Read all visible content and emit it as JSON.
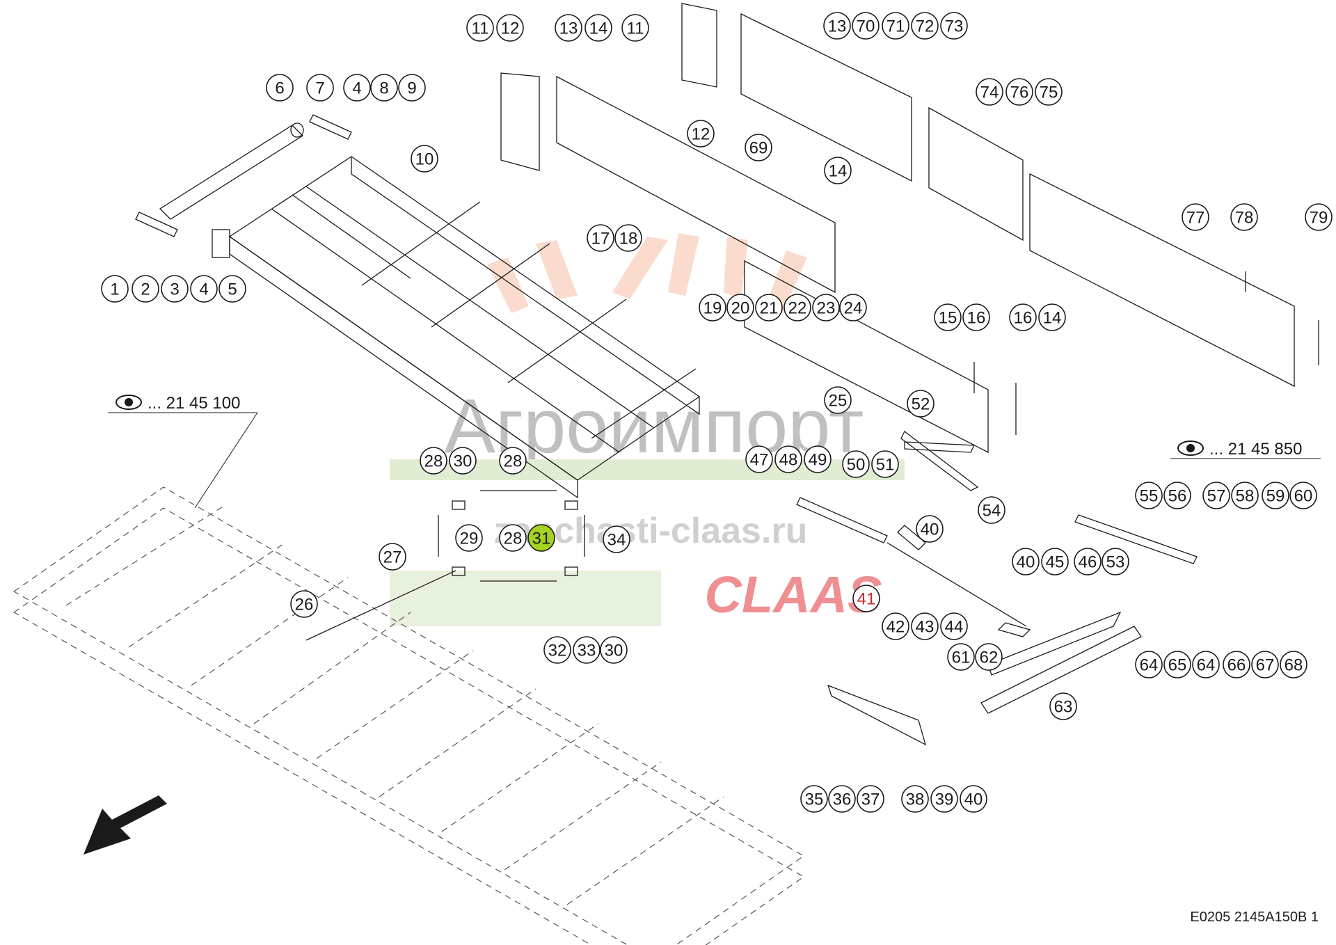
{
  "diagram": {
    "callouts": [
      {
        "id": "c1",
        "label": "1"
      },
      {
        "id": "c2",
        "label": "2"
      },
      {
        "id": "c3",
        "label": "3"
      },
      {
        "id": "c4a",
        "label": "4"
      },
      {
        "id": "c5",
        "label": "5"
      },
      {
        "id": "c6",
        "label": "6"
      },
      {
        "id": "c7",
        "label": "7"
      },
      {
        "id": "c4b",
        "label": "4"
      },
      {
        "id": "c8",
        "label": "8"
      },
      {
        "id": "c9",
        "label": "9"
      },
      {
        "id": "c10",
        "label": "10"
      },
      {
        "id": "c11a",
        "label": "11"
      },
      {
        "id": "c12a",
        "label": "12"
      },
      {
        "id": "c13a",
        "label": "13"
      },
      {
        "id": "c14a",
        "label": "14"
      },
      {
        "id": "c11b",
        "label": "11"
      },
      {
        "id": "c12b",
        "label": "12"
      },
      {
        "id": "c69",
        "label": "69"
      },
      {
        "id": "c13b",
        "label": "13"
      },
      {
        "id": "c70",
        "label": "70"
      },
      {
        "id": "c71",
        "label": "71"
      },
      {
        "id": "c72",
        "label": "72"
      },
      {
        "id": "c73",
        "label": "73"
      },
      {
        "id": "c74",
        "label": "74"
      },
      {
        "id": "c76",
        "label": "76"
      },
      {
        "id": "c75",
        "label": "75"
      },
      {
        "id": "c14b",
        "label": "14"
      },
      {
        "id": "c77",
        "label": "77"
      },
      {
        "id": "c78",
        "label": "78"
      },
      {
        "id": "c79",
        "label": "79"
      },
      {
        "id": "c17",
        "label": "17"
      },
      {
        "id": "c18",
        "label": "18"
      },
      {
        "id": "c19",
        "label": "19"
      },
      {
        "id": "c20",
        "label": "20"
      },
      {
        "id": "c21",
        "label": "21"
      },
      {
        "id": "c22",
        "label": "22"
      },
      {
        "id": "c23",
        "label": "23"
      },
      {
        "id": "c24",
        "label": "24"
      },
      {
        "id": "c25",
        "label": "25"
      },
      {
        "id": "c15",
        "label": "15"
      },
      {
        "id": "c16a",
        "label": "16"
      },
      {
        "id": "c16b",
        "label": "16"
      },
      {
        "id": "c14c",
        "label": "14"
      },
      {
        "id": "c52",
        "label": "52"
      },
      {
        "id": "c47",
        "label": "47"
      },
      {
        "id": "c48",
        "label": "48"
      },
      {
        "id": "c49",
        "label": "49"
      },
      {
        "id": "c50",
        "label": "50"
      },
      {
        "id": "c51",
        "label": "51"
      },
      {
        "id": "c54",
        "label": "54"
      },
      {
        "id": "c28a",
        "label": "28"
      },
      {
        "id": "c30a",
        "label": "30"
      },
      {
        "id": "c28b",
        "label": "28"
      },
      {
        "id": "c29",
        "label": "29"
      },
      {
        "id": "c28c",
        "label": "28"
      },
      {
        "id": "c31",
        "label": "31"
      },
      {
        "id": "c34",
        "label": "34"
      },
      {
        "id": "c27",
        "label": "27"
      },
      {
        "id": "c26",
        "label": "26"
      },
      {
        "id": "c32",
        "label": "32"
      },
      {
        "id": "c33",
        "label": "33"
      },
      {
        "id": "c30b",
        "label": "30"
      },
      {
        "id": "c40a",
        "label": "40"
      },
      {
        "id": "c41",
        "label": "41"
      },
      {
        "id": "c42",
        "label": "42"
      },
      {
        "id": "c43",
        "label": "43"
      },
      {
        "id": "c44",
        "label": "44"
      },
      {
        "id": "c40b",
        "label": "40"
      },
      {
        "id": "c45",
        "label": "45"
      },
      {
        "id": "c46",
        "label": "46"
      },
      {
        "id": "c53",
        "label": "53"
      },
      {
        "id": "c55",
        "label": "55"
      },
      {
        "id": "c56",
        "label": "56"
      },
      {
        "id": "c57",
        "label": "57"
      },
      {
        "id": "c58",
        "label": "58"
      },
      {
        "id": "c59",
        "label": "59"
      },
      {
        "id": "c60",
        "label": "60"
      },
      {
        "id": "c64a",
        "label": "64"
      },
      {
        "id": "c65",
        "label": "65"
      },
      {
        "id": "c64b",
        "label": "64"
      },
      {
        "id": "c66",
        "label": "66"
      },
      {
        "id": "c67",
        "label": "67"
      },
      {
        "id": "c68",
        "label": "68"
      },
      {
        "id": "c61",
        "label": "61"
      },
      {
        "id": "c62",
        "label": "62"
      },
      {
        "id": "c63",
        "label": "63"
      },
      {
        "id": "c35",
        "label": "35"
      },
      {
        "id": "c36",
        "label": "36"
      },
      {
        "id": "c37",
        "label": "37"
      },
      {
        "id": "c38",
        "label": "38"
      },
      {
        "id": "c39",
        "label": "39"
      },
      {
        "id": "c40c",
        "label": "40"
      }
    ],
    "highlighted_callout": "31",
    "red_callout": "41",
    "highlight_color": "#a4d321",
    "red_color": "#d0262a"
  },
  "references": {
    "left": "... 21 45 100",
    "right": "... 21 45 850",
    "icon": "eye-icon"
  },
  "watermark": {
    "brand": "Агроимпорт",
    "site": "zapchasti-claas.ru",
    "logo": "CLAAS",
    "logo_color": "#e3343a"
  },
  "footer": {
    "code": "E0205 2145A150B 1"
  },
  "direction_arrow": "arrow-down-left-icon"
}
